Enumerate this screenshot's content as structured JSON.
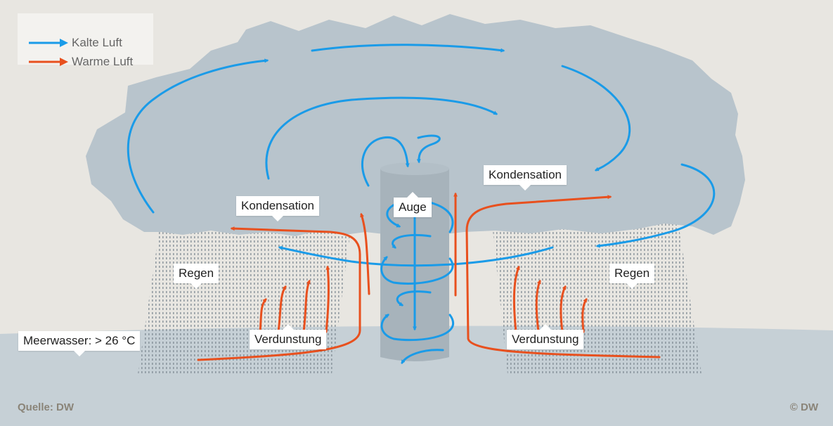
{
  "legend": {
    "cold": {
      "label": "Kalte Luft",
      "color": "#1a9be8"
    },
    "warm": {
      "label": "Warme Luft",
      "color": "#e8501e"
    }
  },
  "labels": {
    "kondensation_left": "Kondensation",
    "kondensation_right": "Kondensation",
    "auge": "Auge",
    "regen_left": "Regen",
    "regen_right": "Regen",
    "verdunstung_left": "Verdunstung",
    "verdunstung_right": "Verdunstung",
    "meerwasser": "Meerwasser: > 26 °C"
  },
  "footer": {
    "source": "Quelle: DW",
    "copyright": "© DW"
  },
  "colors": {
    "background": "#e8e6e1",
    "cloud": "#b8c4cc",
    "sea": "#c6d0d6",
    "eye": "#a7b3bb",
    "rain": "#7e8a92"
  }
}
